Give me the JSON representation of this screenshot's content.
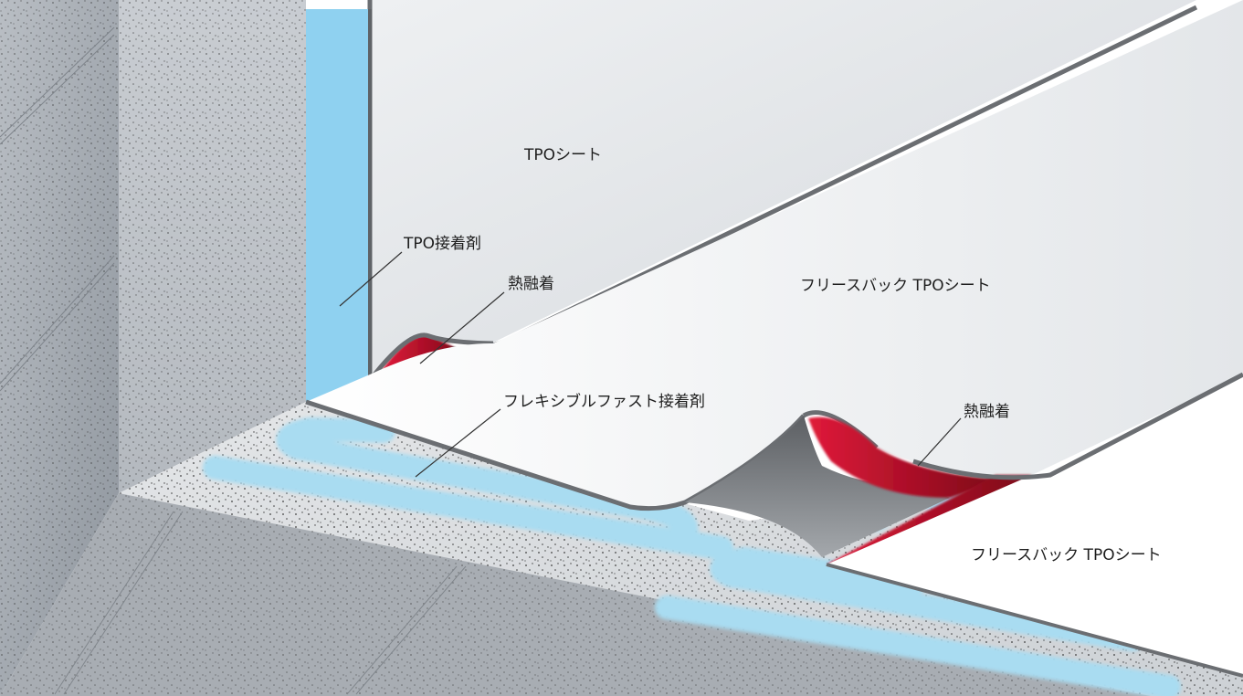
{
  "labels": {
    "tpo_sheet": "TPOシート",
    "tpo_adhesive": "TPO接着剤",
    "heat_weld_upper": "熱融着",
    "fleece_sheet_upper": "フリースバック TPOシート",
    "flexible_fast_adhesive": "フレキシブルファスト接着剤",
    "heat_weld_lower": "熱融着",
    "fleece_sheet_lower": "フリースバック TPOシート"
  },
  "colors": {
    "adhesive_blue": "#a9dcf1",
    "vertical_adhesive": "#8fd1f0",
    "weld_red": "#c40f2c",
    "concrete": "#d3d6da",
    "wall_dark": "#a3a9b0",
    "sheet_white": "#ffffff",
    "sheet_edge": "#6b6e72",
    "leader_line": "#333333"
  }
}
